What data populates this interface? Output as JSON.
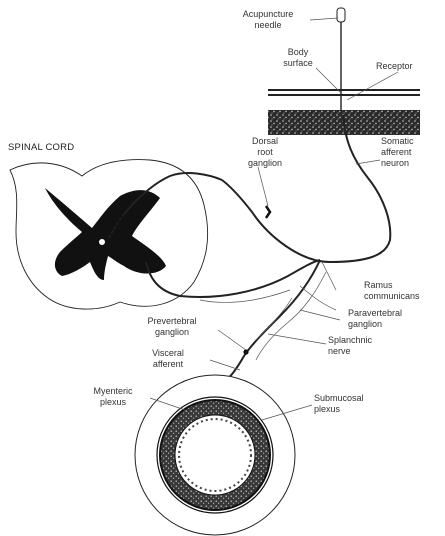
{
  "labels": {
    "needle": [
      "Acupuncture",
      "needle"
    ],
    "body_surface": [
      "Body",
      "surface"
    ],
    "receptor": "Receptor",
    "spinal_cord": "SPINAL CORD",
    "drg": [
      "Dorsal",
      "root",
      "ganglion"
    ],
    "somatic": [
      "Somatic",
      "afferent",
      "neuron"
    ],
    "ramus": [
      "Ramus",
      "communicans"
    ],
    "paravertebral": [
      "Paravertebral",
      "ganglion"
    ],
    "splanchnic": [
      "Splanchnic",
      "nerve"
    ],
    "prevertebral": [
      "Prevertebral",
      "ganglion"
    ],
    "visceral": [
      "Visceral",
      "afferent"
    ],
    "myenteric": [
      "Myenteric",
      "plexus"
    ],
    "submucosal": [
      "Submucosal",
      "plexus"
    ]
  }
}
